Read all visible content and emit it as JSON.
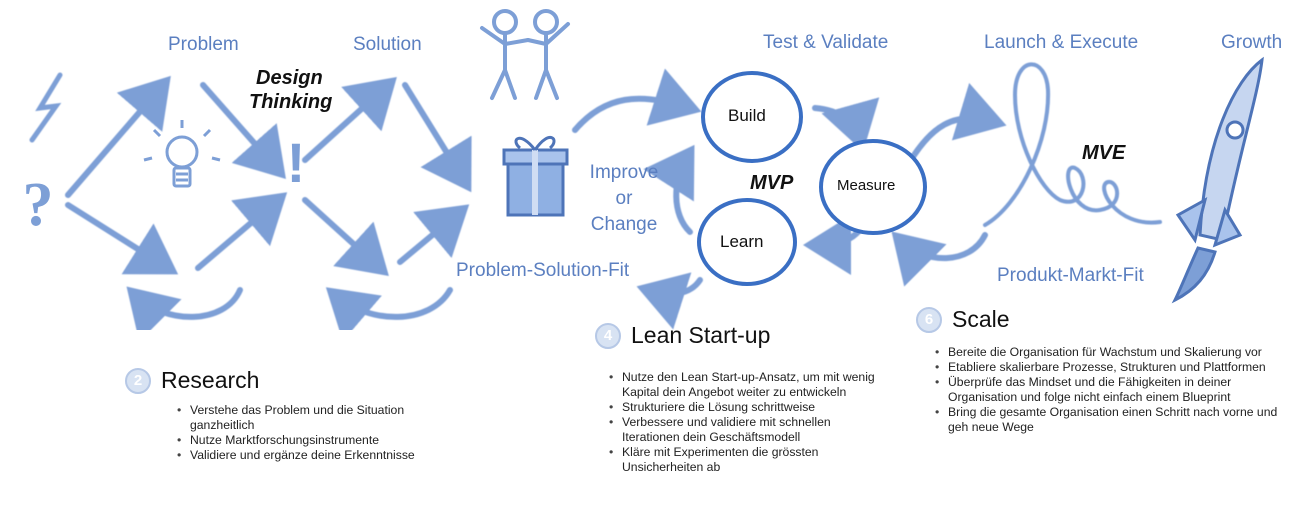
{
  "phases": {
    "problem": "Problem",
    "solution": "Solution",
    "test_validate": "Test & Validate",
    "launch_execute": "Launch & Execute",
    "growth": "Growth"
  },
  "design_thinking": {
    "line1": "Design",
    "line2": "Thinking"
  },
  "loop": {
    "build": "Build",
    "measure": "Measure",
    "learn": "Learn",
    "mvp": "MVP",
    "improve": {
      "line1": "Improve",
      "line2": "or",
      "line3": "Change"
    }
  },
  "mve": "MVE",
  "fits": {
    "problem_solution": "Problem-Solution-Fit",
    "product_market": "Produkt-Markt-Fit"
  },
  "sections": [
    {
      "number": "2",
      "title": "Research",
      "bullets": [
        "Verstehe das Problem und die Situation ganzheitlich",
        "Nutze Marktforschungsinstrumente",
        "Validiere und ergänze deine Erkenntnisse"
      ]
    },
    {
      "number": "4",
      "title": "Lean Start-up",
      "bullets": [
        "Nutze den Lean Start-up-Ansatz, um mit wenig Kapital dein Angebot weiter zu entwickeln",
        "Strukturiere die Lösung schrittweise",
        "Verbessere und validiere mit schnellen Iterationen dein Geschäftsmodell",
        "Kläre mit Experimenten die grössten Unsicherheiten ab"
      ]
    },
    {
      "number": "6",
      "title": "Scale",
      "bullets": [
        "Bereite die Organisation für Wachstum und Skalierung vor",
        "Etabliere skalierbare Prozesse, Strukturen und Plattformen",
        "Überprüfe das Mindset und die Fähigkeiten in deiner Organisation und folge nicht einfach einem Blueprint",
        "Bring die gesamte Organisation einen Schritt nach vorne und geh neue Wege"
      ]
    }
  ],
  "icons": {
    "question": "?",
    "exclamation": "!"
  },
  "colors": {
    "arrow": "#7d9fd6",
    "phase_text": "#5b7fc0",
    "circle_stroke": "#3a6fc4"
  }
}
